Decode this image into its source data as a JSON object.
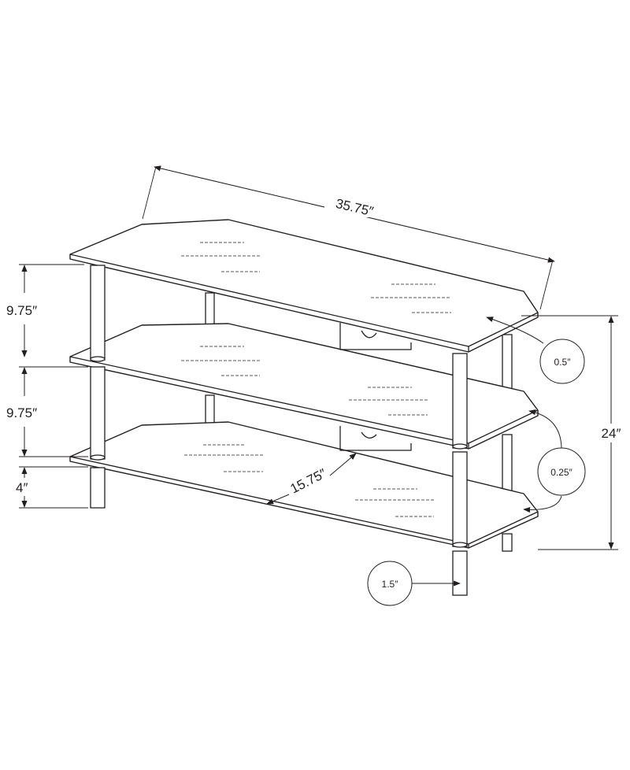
{
  "dimensions": {
    "width": "35.75″",
    "depth": "15.75″",
    "height": "24″",
    "shelf_gap_top": "9.75″",
    "shelf_gap_middle": "9.75″",
    "leg_height": "4″",
    "glass_thickness": "0.5″",
    "shelf_thickness": "0.25″",
    "leg_diameter": "1.5″"
  },
  "colors": {
    "ink": "#231f20",
    "background": "#ffffff"
  }
}
